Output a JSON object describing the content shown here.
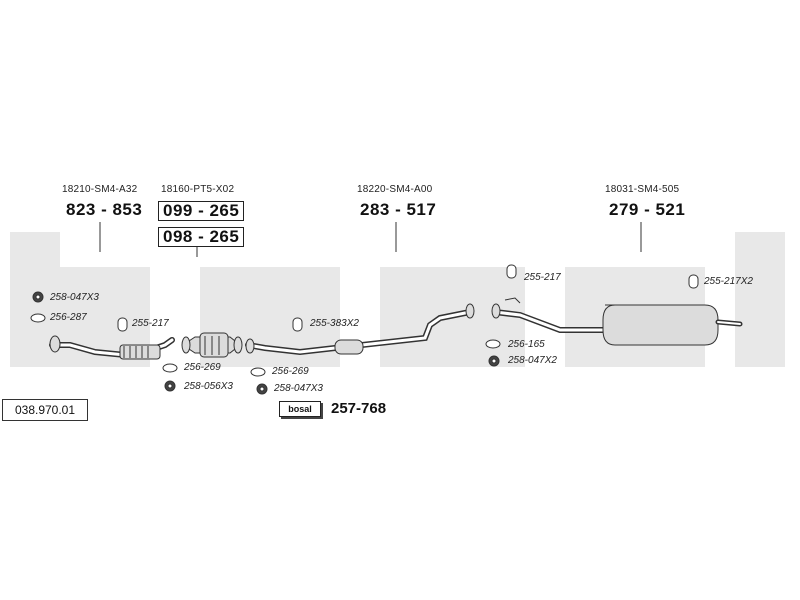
{
  "reference": "038.970.01",
  "groups": [
    {
      "oem": "18210-SM4-A32",
      "parts": [
        "823 - 853"
      ]
    },
    {
      "oem": "18160-PT5-X02",
      "parts": [
        "099 - 265",
        "098 - 265"
      ]
    },
    {
      "oem": "18220-SM4-A00",
      "parts": [
        "283 - 517"
      ]
    },
    {
      "oem": "18031-SM4-505",
      "parts": [
        "279 - 521"
      ]
    }
  ],
  "fittings": [
    "258-047X3",
    "256-287",
    "255-217",
    "256-269",
    "258-056X3",
    "256-269",
    "258-047X3",
    "255-383X2",
    "255-217",
    "256-165",
    "258-047X2",
    "255-217X2"
  ],
  "kit": {
    "brand": "bosal",
    "part": "257-768"
  },
  "watermark": "bosal",
  "colors": {
    "watermark": "#e6e6e6",
    "line": "#333333",
    "part_fill": "#dcdcdc"
  }
}
